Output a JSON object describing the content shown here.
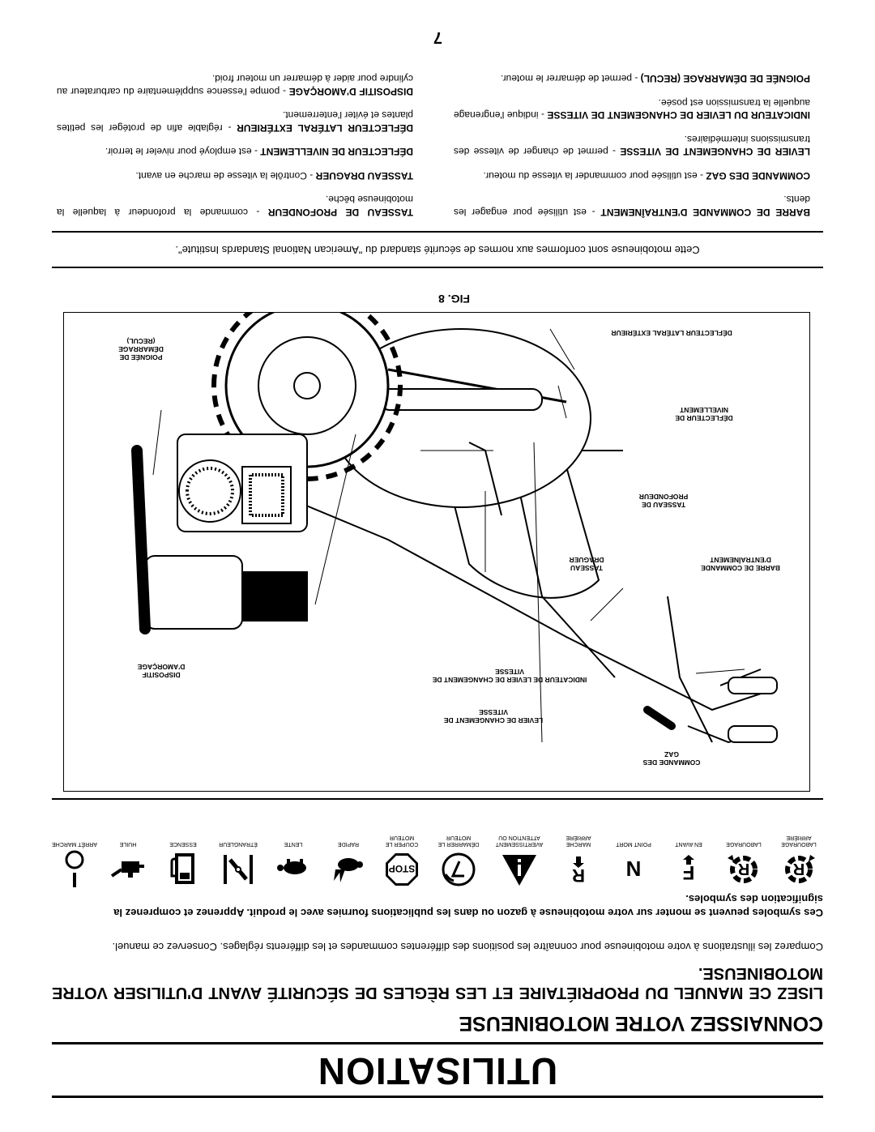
{
  "page": {
    "title": "UTILISATION",
    "subtitle": "CONNAISSEZ VOTRE MOTOBINEUSE",
    "heading": "LISEZ CE MANUEL DU PROPRIÉTAIRE ET LES RÈGLES DE SÉCURITÉ AVANT D'UTILISER VOTRE MOTOBINEUSE.",
    "intro": "Comparez les illustrations à votre motobineuse pour connaître les positions des différentes commandes et les différents réglages. Conservez ce manuel.",
    "symbols_intro": "Ces symboles peuvent se monter sur votre motobineuse à gazon ou dans les publications fournies avec le produit. Apprenez et comprenez la signification des symboles.",
    "page_number": "7",
    "standards_note": "Cette motobineuse sont conformes aux normes de sécurité standard du \"American National Standards Institute\"."
  },
  "symbols": [
    {
      "label": "LABOURAGE ARRIÈRE",
      "icon": "reverse-tine-icon",
      "letter": "R"
    },
    {
      "label": "LABOURAGE",
      "icon": "forward-tine-icon",
      "letter": "R"
    },
    {
      "label": "EN AVANT",
      "icon": "forward-icon",
      "letter": "F"
    },
    {
      "label": "POINT MORT",
      "icon": "neutral-icon",
      "letter": "N"
    },
    {
      "label": "MARCHE ARRIÈRE",
      "icon": "reverse-icon",
      "letter": "R"
    },
    {
      "label": "AVERTISSEMENT ATTENTION OU",
      "icon": "warning-triangle-icon",
      "letter": ""
    },
    {
      "label": "DÉMARRER LE MOTEUR",
      "icon": "start-engine-icon",
      "letter": ""
    },
    {
      "label": "COUPER LE MOTEUR",
      "icon": "stop-sign-icon",
      "letter": "STOP"
    },
    {
      "label": "RAPIDE",
      "icon": "rabbit-icon",
      "letter": ""
    },
    {
      "label": "LENTE",
      "icon": "turtle-icon",
      "letter": ""
    },
    {
      "label": "ÉTRANGLEUR",
      "icon": "choke-icon",
      "letter": ""
    },
    {
      "label": "ESSENCE",
      "icon": "fuel-pump-icon",
      "letter": ""
    },
    {
      "label": "HUILE",
      "icon": "oil-can-icon",
      "letter": ""
    },
    {
      "label": "ARRÊT MARCHE",
      "icon": "on-off-icon",
      "letter": ""
    }
  ],
  "figure": {
    "label": "FIG. 8",
    "callouts": [
      {
        "key": "handle",
        "text": "POIGNÉE DE DÉMARRAGE (RECUL)"
      },
      {
        "key": "primer",
        "text": "DISPOSITIF D'AMORÇAGE"
      },
      {
        "key": "side-shield",
        "text": "DÉFLECTEUR LATÉRAL EXTÉRIEUR"
      },
      {
        "key": "leveling",
        "text": "DÉFLECTEUR DE NIVELLEMENT"
      },
      {
        "key": "depth",
        "text": "TASSEAU DE PROFONDEUR"
      },
      {
        "key": "drag",
        "text": "TASSEAU DRAGUER"
      },
      {
        "key": "drive-bar",
        "text": "BARRE DE COMMANDE D'ENTRAÎNEMENT"
      },
      {
        "key": "shift-indicator",
        "text": "INDICATEUR DE LEVIER DE CHANGEMENT DE VITESSE"
      },
      {
        "key": "shift-lever",
        "text": "LEVIER DE CHANGEMENT DE VITESSE"
      },
      {
        "key": "throttle",
        "text": "COMMANDE DES GAZ"
      }
    ]
  },
  "descriptions": {
    "left": [
      {
        "term": "BARRE DE COMMANDE D'ENTRAÎNEMENT",
        "text": " - est utilisée pour engager les dents."
      },
      {
        "term": "COMMANDE DES GAZ",
        "text": " - est utilisée pour commander la vitesse du moteur."
      },
      {
        "term": "LEVIER DE CHANGEMENT DE VITESSE",
        "text": " - permet de changer de vitesse des transmissions intermédiaires."
      },
      {
        "term": "INDICATEUR DU LEVIER DE CHANGEMENT DE VITESSE",
        "text": " - indique l'engrenage auquelle la transmission est posée."
      },
      {
        "term": "POIGNÉE DE DÉMARRAGE (RECUL)",
        "text": " - permet de démarrer le moteur."
      }
    ],
    "right": [
      {
        "term": "TASSEAU DE PROFONDEUR",
        "text": " - commande la profondeur à laquelle la motobineuse bêche."
      },
      {
        "term": "TASSEAU DRAGUER",
        "text": " - Contrôle la vitesse de marche en avant."
      },
      {
        "term": "DÉFLECTEUR DE NIVELLEMENT",
        "text": " - est employé pour niveler le terroir."
      },
      {
        "term": "DÉFLECTEUR LATÉRAL EXTÉRIEUR",
        "text": " - réglable afin de protéger les petites plantes et éviter l'enterrement."
      },
      {
        "term": "DISPOSITIF D'AMORÇAGE",
        "text": " - pompe l'essence supplémentaire du carburateur au cylindre pour aider à démarrer un moteur froid."
      }
    ]
  }
}
